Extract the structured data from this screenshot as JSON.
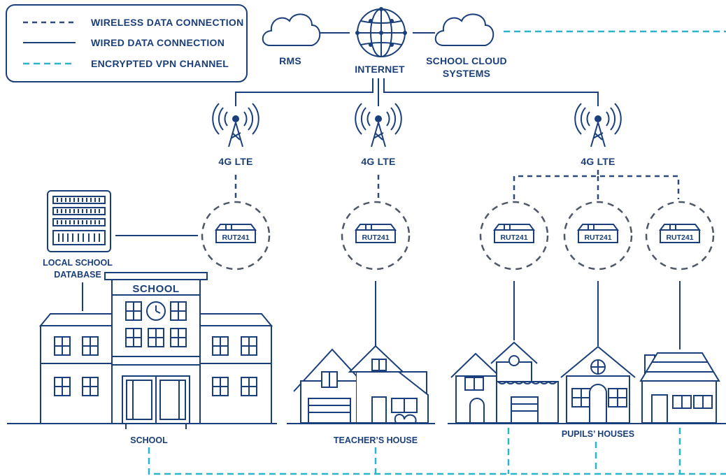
{
  "legend": {
    "wireless": "WIRELESS DATA CONNECTION",
    "wired": "WIRED DATA CONNECTION",
    "vpn": "ENCRYPTED VPN CHANNEL"
  },
  "cloud": {
    "rms": "RMS",
    "internet": "INTERNET",
    "school_cloud_line1": "SCHOOL CLOUD",
    "school_cloud_line2": "SYSTEMS"
  },
  "towers": {
    "label": "4G LTE"
  },
  "router_label": "RUT241",
  "database": {
    "line1": "LOCAL SCHOOL",
    "line2": "DATABASE"
  },
  "school": {
    "sign": "SCHOOL",
    "caption": "SCHOOL"
  },
  "teacher": {
    "caption": "TEACHER’S HOUSE"
  },
  "pupils": {
    "caption": "PUPILS’ HOUSES"
  },
  "colors": {
    "navy": "#1a3f7a",
    "vpn_teal": "#2bb5c9",
    "circle_gray": "#4f5868"
  }
}
